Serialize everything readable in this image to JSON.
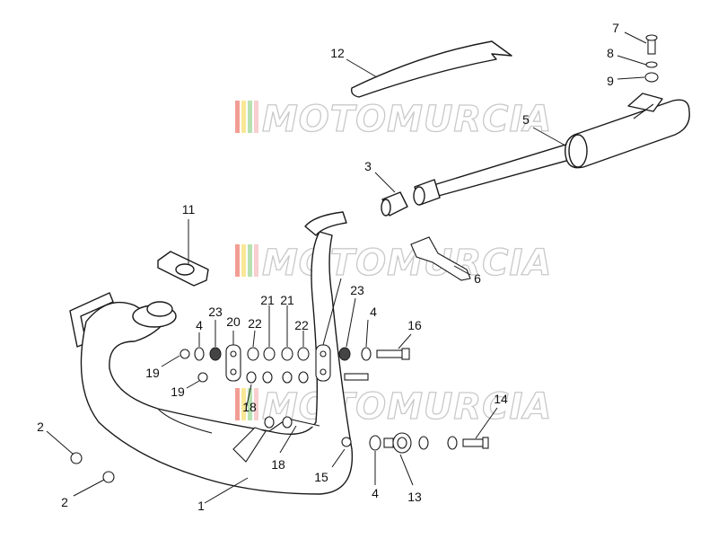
{
  "watermark": {
    "text": "MOTOMURCIA",
    "stripe_colors": [
      "#e74c3c",
      "#f5d342",
      "#7bc96f",
      "#f2a5a5"
    ]
  },
  "callouts": [
    "1",
    "2",
    "2",
    "3",
    "4",
    "4",
    "4",
    "5",
    "6",
    "7",
    "8",
    "9",
    "11",
    "12",
    "13",
    "14",
    "15",
    "16",
    "18",
    "18",
    "19",
    "19",
    "20",
    "21",
    "21",
    "22",
    "22",
    "23",
    "23"
  ]
}
